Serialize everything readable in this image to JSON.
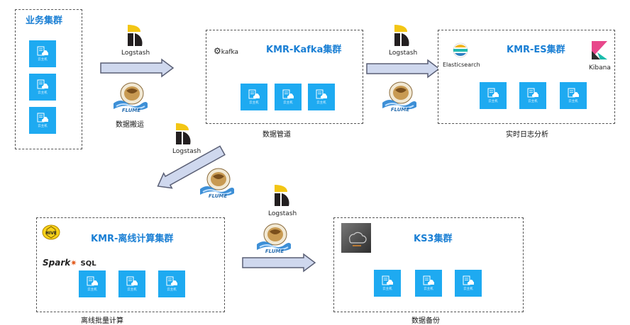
{
  "clusters": {
    "business": {
      "title": "业务集群"
    },
    "kafka": {
      "title": "KMR-Kafka集群",
      "caption": "数据管道",
      "logo": "kafka"
    },
    "es": {
      "title": "KMR-ES集群",
      "caption": "实时日志分析",
      "elastic_label": "Elasticsearch",
      "kibana_label": "Kibana"
    },
    "offline": {
      "title": "KMR-离线计算集群",
      "caption": "离线批量计算",
      "hive_label": "HIVE",
      "spark_label": "Spark",
      "sql_label": "SQL"
    },
    "ks3": {
      "title": "KS3集群",
      "caption": "数据备份"
    }
  },
  "transfer": {
    "caption": "数据搬运"
  },
  "node_label": "云主机",
  "logstash_label": "Logstash",
  "colors": {
    "accent": "#1a7fd4",
    "node": "#1eaaf1",
    "arrow_fill": "#cfd8ee",
    "arrow_stroke": "#5a5f75"
  }
}
